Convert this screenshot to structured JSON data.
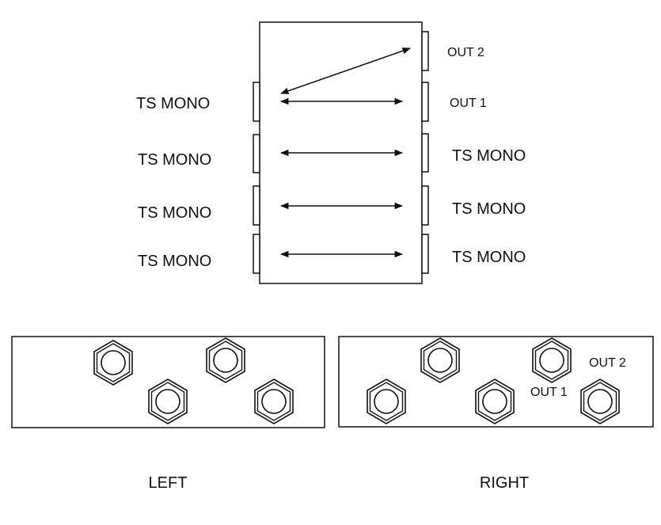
{
  "top_diagram": {
    "left_jacks": [
      "TS MONO",
      "TS MONO",
      "TS MONO",
      "TS MONO"
    ],
    "right_jacks": [
      "OUT 2",
      "OUT 1",
      "TS MONO",
      "TS MONO",
      "TS MONO"
    ]
  },
  "bottom_panels": {
    "left": {
      "caption": "LEFT"
    },
    "right": {
      "caption": "RIGHT",
      "jack_labels": [
        "OUT 2",
        "OUT 1"
      ]
    }
  },
  "colors": {
    "stroke": "#111111",
    "background": "#ffffff"
  },
  "icons": {
    "jack": "hexagonal-jack-nut-icon",
    "connection": "double-arrow-icon"
  }
}
